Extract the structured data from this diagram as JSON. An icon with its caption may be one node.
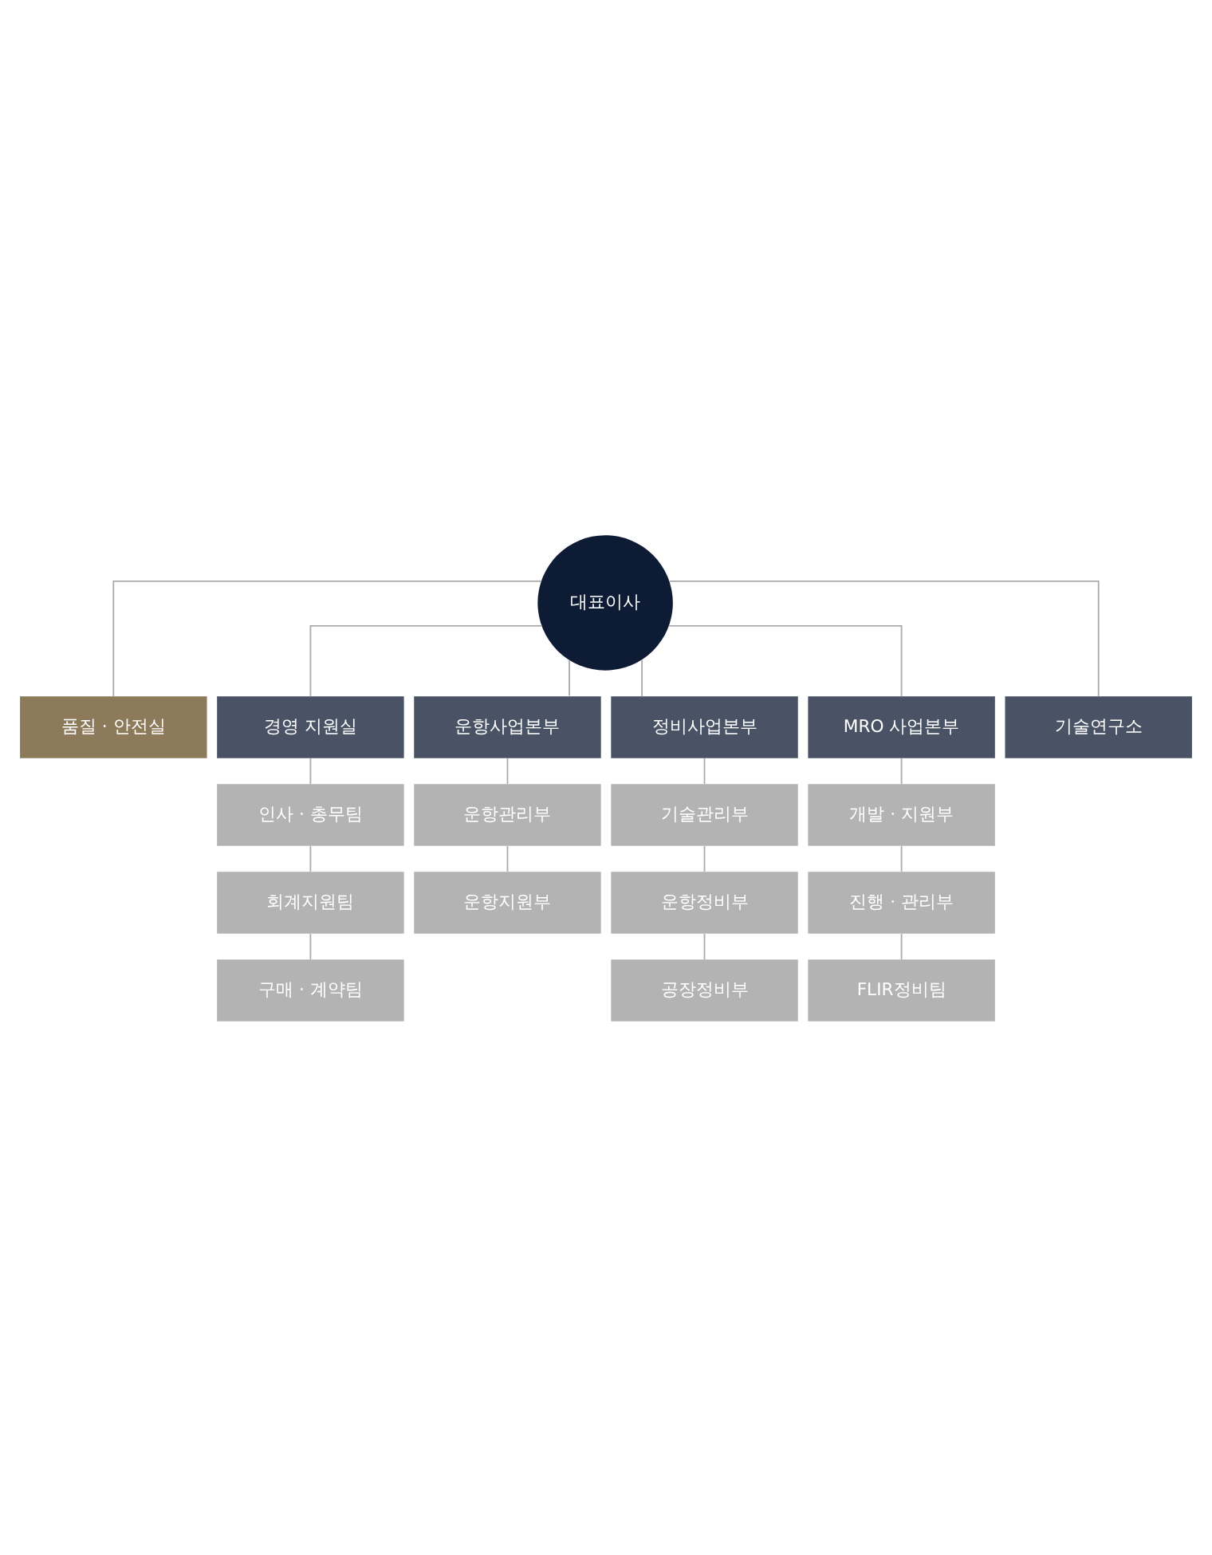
{
  "diagram": {
    "nodes": [
      {
        "text": [
          "대표이사"
        ]
      },
      {
        "text": [
          "품질 · 안전실"
        ]
      },
      {
        "text": [
          "경영 지원실"
        ]
      },
      {
        "text": [
          "운항사업본부"
        ]
      },
      {
        "text": [
          "정비사업본부"
        ]
      },
      {
        "text": [
          "MRO 사업본부"
        ]
      },
      {
        "text": [
          "기술연구소"
        ]
      },
      {
        "text": [
          "인사 · 총무팀"
        ]
      },
      {
        "text": [
          "회계지원팀"
        ]
      },
      {
        "text": [
          "구매 · 계약팀"
        ]
      },
      {
        "text": [
          "운항관리부"
        ]
      },
      {
        "text": [
          "운항지원부"
        ]
      },
      {
        "text": [
          "기술관리부"
        ]
      },
      {
        "text": [
          "운항정비부"
        ]
      },
      {
        "text": [
          "공장정비부"
        ]
      },
      {
        "text": [
          "개발 · 지원부"
        ]
      },
      {
        "text": [
          "진행 · 관리부"
        ]
      },
      {
        "text": [
          "FLIR정비팀"
        ]
      }
    ],
    "edges": [
      {
        "from": 0,
        "to": 1,
        "arrow": "none"
      },
      {
        "from": 0,
        "to": 2,
        "arrow": "none"
      },
      {
        "from": 0,
        "to": 3,
        "arrow": "none"
      },
      {
        "from": 0,
        "to": 4,
        "arrow": "none"
      },
      {
        "from": 0,
        "to": 5,
        "arrow": "none"
      },
      {
        "from": 0,
        "to": 6,
        "arrow": "none"
      },
      {
        "from": 2,
        "to": 7,
        "arrow": "none"
      },
      {
        "from": 7,
        "to": 8,
        "arrow": "none"
      },
      {
        "from": 8,
        "to": 9,
        "arrow": "none"
      },
      {
        "from": 3,
        "to": 10,
        "arrow": "none"
      },
      {
        "from": 10,
        "to": 11,
        "arrow": "none"
      },
      {
        "from": 4,
        "to": 12,
        "arrow": "none"
      },
      {
        "from": 12,
        "to": 13,
        "arrow": "none"
      },
      {
        "from": 13,
        "to": 14,
        "arrow": "none"
      },
      {
        "from": 5,
        "to": 15,
        "arrow": "none"
      },
      {
        "from": 15,
        "to": 16,
        "arrow": "none"
      },
      {
        "from": 16,
        "to": 17,
        "arrow": "none"
      }
    ]
  }
}
